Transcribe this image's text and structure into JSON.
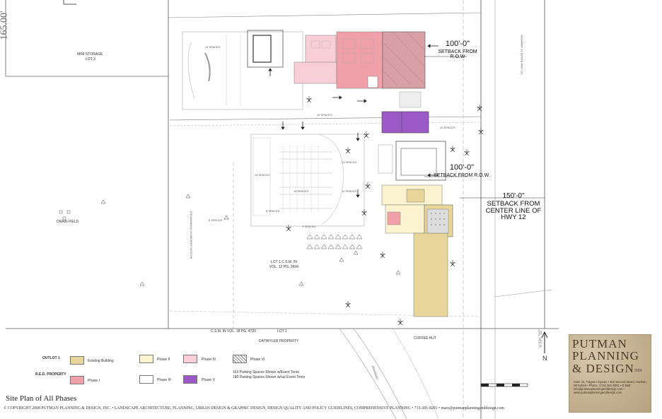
{
  "setbacks": {
    "top": {
      "line1": "100'-0\"",
      "line2": "SETBACK FROM R.O.W"
    },
    "middle": {
      "line1": "100'-0\"",
      "line2": "SETBACK FROM R.O.W."
    },
    "hwy": {
      "line1": "150'-0\"",
      "line2": "SETBACK FROM",
      "line3": "CENTER LINE OF",
      "line4": "HWY 12"
    }
  },
  "dimension_left": "165.00'",
  "labels": {
    "mini_storage": "MINI STORAGE",
    "lot3": "LOT 3",
    "drain_field": "DRAIN FIELD",
    "lot1_csm": "LOT 1 C.S.M. IN",
    "lot1_vol": "VOL. 12 PG. 3694",
    "csm_bottom": "C.S.M. IN VOL. 18 PG. 4720",
    "lot1_bottom": "LOT 1",
    "datwyler": "DATWYLER PROPERTY",
    "coffee_hut": "COFFEE HUT",
    "driveway": "DRIVEWAY",
    "access_easement": "ACCESS EASEMENT UNIMPROVED",
    "hwy_side": "HIGHWAY 12 (STATE HWY 12)",
    "spaces": [
      "14 SPACES",
      "16 SPACES",
      "14 SPACES",
      "8 SPACES",
      "18 SPACES",
      "13 SPACES",
      "12 SPACES",
      "9 SPACES",
      "6 SPACES",
      "10 SPACES"
    ]
  },
  "legend": {
    "outlot": "OUTLOT 1",
    "red_property": "R.E.D. PROPERTY",
    "items": [
      {
        "label": "Existing Building",
        "color": "#e8d59a"
      },
      {
        "label": "Phase I",
        "color": "#f0a0a8"
      },
      {
        "label": "Phase II",
        "color": "#fbf3cf"
      },
      {
        "label": "Phase III",
        "color": "#ffffff"
      },
      {
        "label": "Phase IV",
        "color": "#f8cfd6"
      },
      {
        "label": "Phase V",
        "color": "#9b59c6"
      },
      {
        "label": "Phase VI",
        "color": "#d8d8d8"
      }
    ],
    "notes": [
      "163 Parking Spaces Shown w/Event Tents",
      "180 Parking Spaces Shown w/out Event Tents"
    ]
  },
  "north": "N",
  "hwy_marker": "U.S.H. \"12\"",
  "title": "Site Plan of All Phases",
  "footer": "© COPYRIGHT 2008 PUTMAN PLANNING & DESIGN, INC. • LANDSCAPE ARCHITECTURE, PLANNING, URBAN DESIGN & GRAPHIC DESIGN, DESIGN QUALITY AND POLICY GUIDELINES, COMPREHENSIVE PLANNING • 715-381-8291 • marc@putmanplanninganddesign.com",
  "logo": {
    "line1": "PUTMAN",
    "line2": "PLANNING",
    "line3": "& DESIGN",
    "suffix": "DDI",
    "address": "Suite 10, Tulgeen Square • 302 Second Street, Hudson, WI 54016 • Phone: (715) 381-8291 • E Mail: info@putmanplanninganddesign.com • www.putmanplanninganddesign.com"
  },
  "colors": {
    "phase1": "#f0a0a8",
    "phase4": "#f8cfd6",
    "phase5": "#9b59c6",
    "existing": "#e8d59a",
    "phase2": "#fbf3cf"
  }
}
